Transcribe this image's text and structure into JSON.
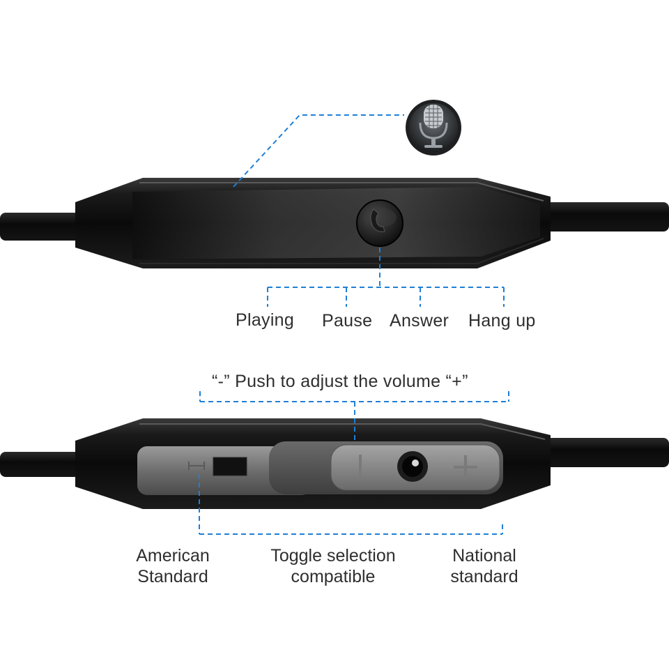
{
  "top_labels": {
    "playing": "Playing",
    "pause": "Pause",
    "answer": "Answer",
    "hang_up": "Hang up"
  },
  "volume_caption": "“-” Push to adjust the volume “+”",
  "bottom_labels": {
    "american_line1": "American",
    "american_line2": "Standard",
    "toggle_line1": "Toggle selection",
    "toggle_line2": "compatible",
    "national_line1": "National",
    "national_line2": "standard"
  },
  "colors": {
    "leader_line": "#1e7fd6",
    "cable": "#0c0c0c",
    "label_text": "#2e2e2e"
  },
  "icons": [
    "microphone-icon",
    "phone-icon",
    "minus-icon",
    "plus-icon",
    "toggle-i-icon"
  ]
}
